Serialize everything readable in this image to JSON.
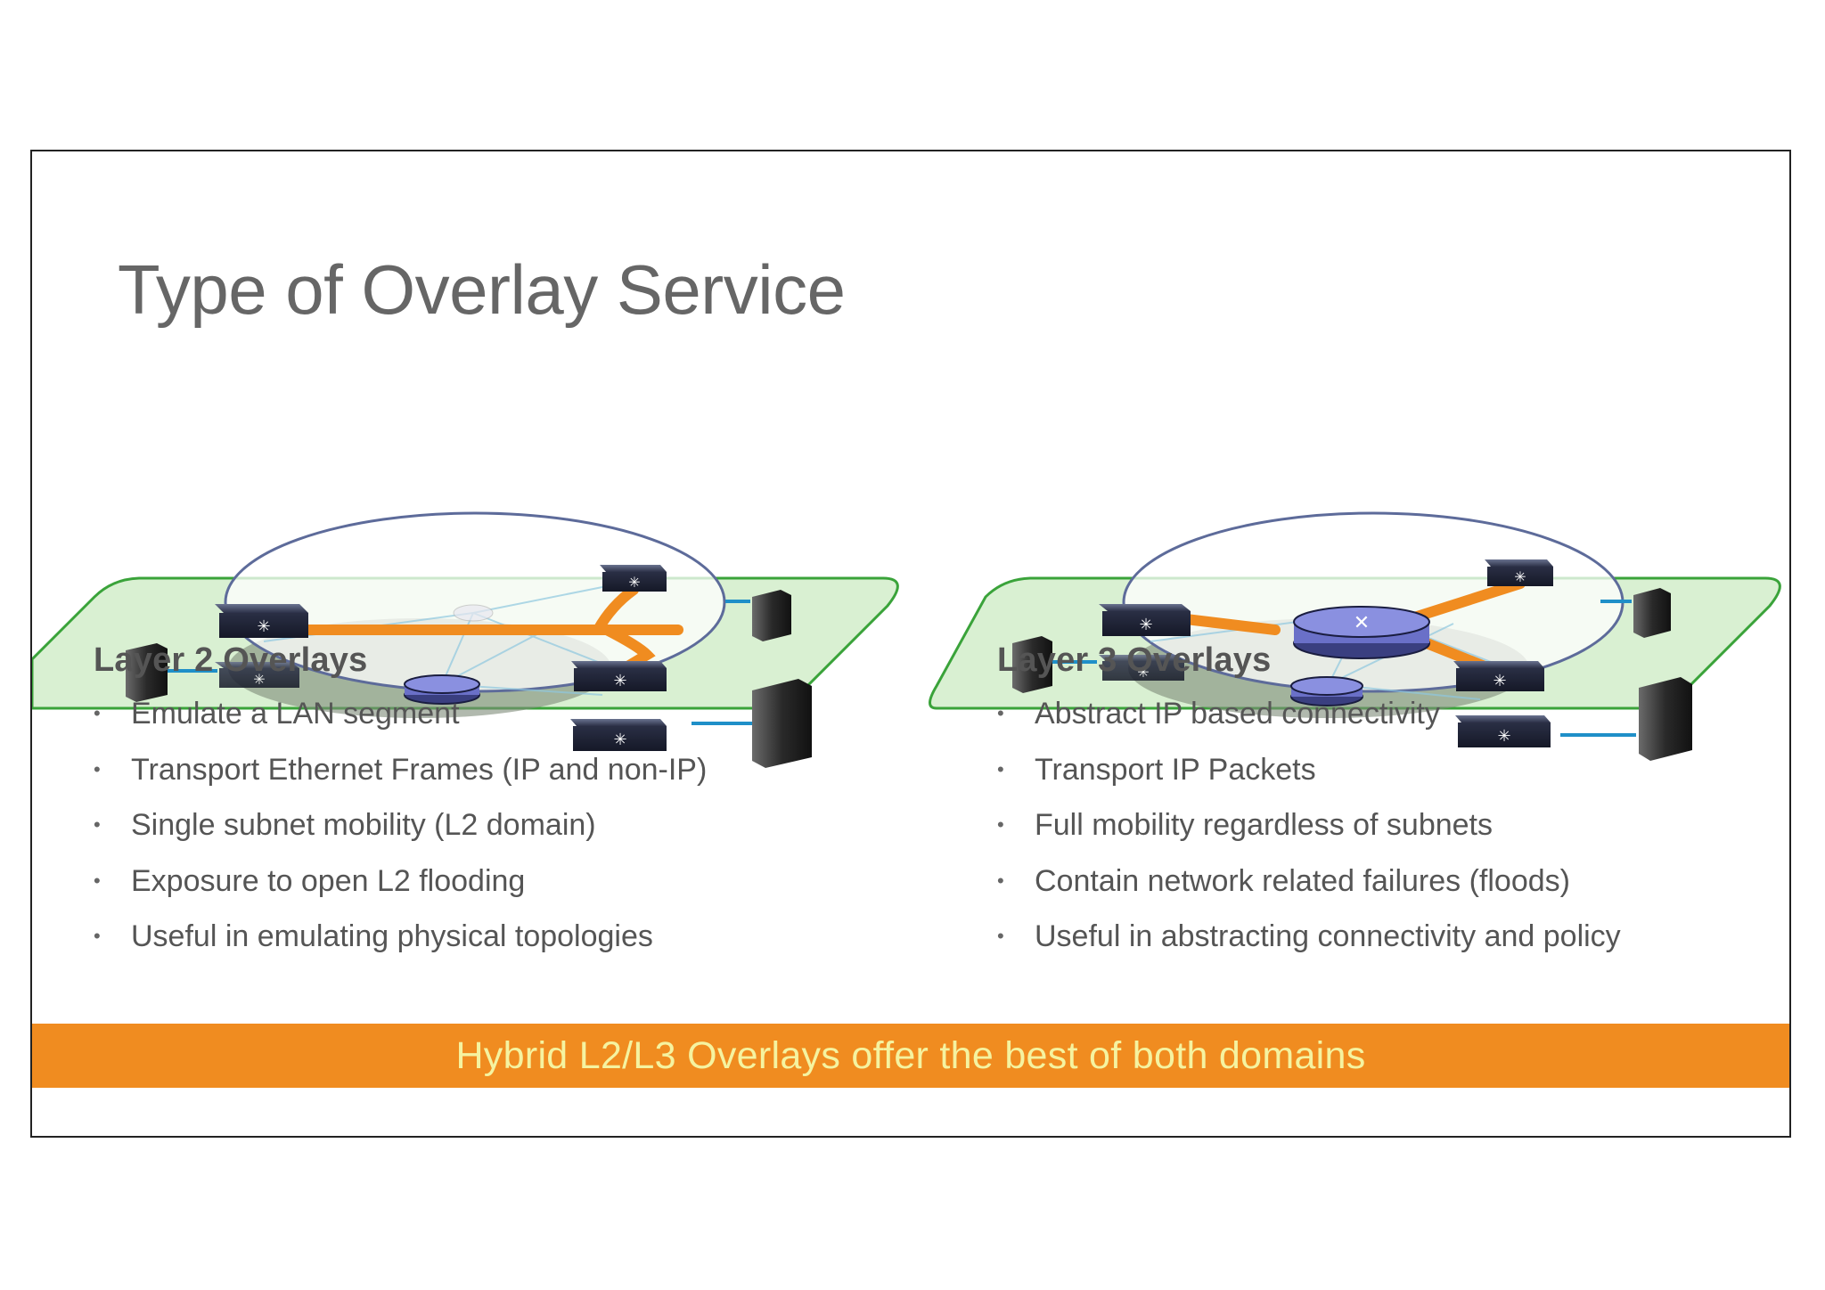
{
  "title": "Type of Overlay Service",
  "left": {
    "heading": "Layer 2 Overlays",
    "bullets": [
      "Emulate a LAN segment",
      "Transport Ethernet Frames (IP and non-IP)",
      "Single subnet mobility (L2 domain)",
      "Exposure to open L2 flooding",
      "Useful in emulating physical topologies"
    ]
  },
  "right": {
    "heading": "Layer 3 Overlays",
    "bullets": [
      "Abstract IP based connectivity",
      "Transport IP Packets",
      "Full mobility regardless of subnets",
      "Contain network related failures (floods)",
      "Useful in abstracting connectivity and policy"
    ]
  },
  "banner": "Hybrid L2/L3 Overlays offer the best of both domains",
  "colors": {
    "title_text": "#666666",
    "body_text": "#555555",
    "banner_bg": "#f08c20",
    "banner_text": "#f5f3a0",
    "overlay_link": "#f08c20",
    "physical_plane": "#d8f0d0",
    "plane_border": "#3aa33a",
    "host_link": "#1f8fc8"
  },
  "icons": [
    "switch-icon",
    "router-icon",
    "server-icon"
  ]
}
